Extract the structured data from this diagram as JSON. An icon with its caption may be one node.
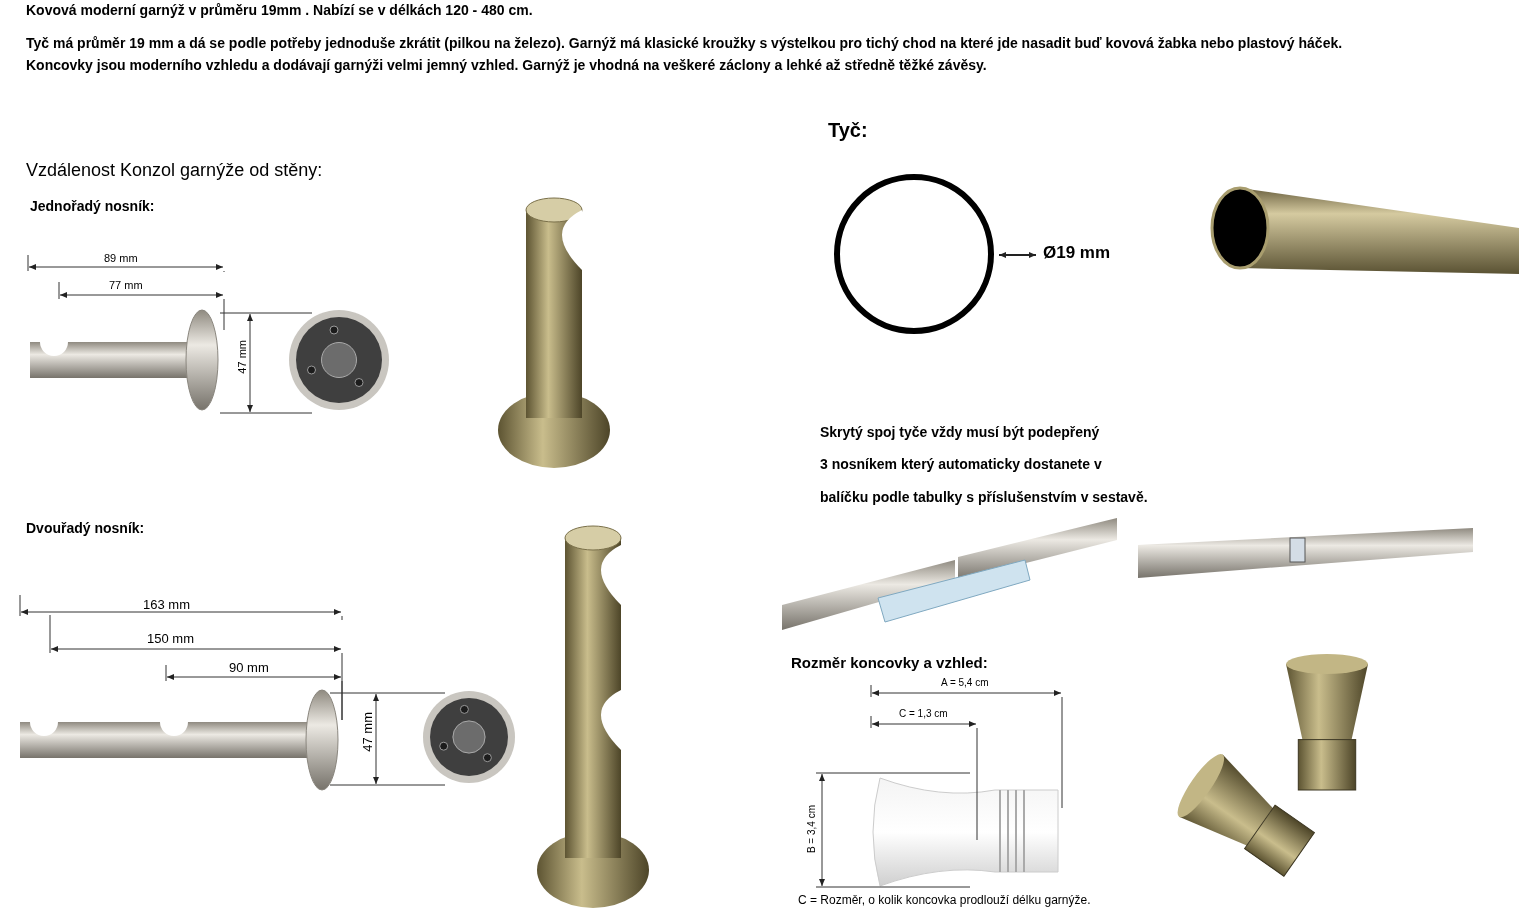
{
  "diagram": {
    "labels": [
      "Kovová moderní garnýž v průměru 19mm . Nabízí se v délkách 120 - 480 cm.",
      "Tyč má průměr 19 mm a dá se podle potřeby jednoduše zkrátit (pilkou na železo). Garnýž má klasické kroužky s výstelkou pro tichý chod na které jde nasadit buď kovová žabka nebo plastový háček. Koncovky jsou moderního vzhledu a dodávají garnýži velmi jemný vzhled. Garnýž je vhodná na veškeré záclony a lehké až středně těžké závěsy.",
      "Tyč:",
      "Vzdálenost Konzol garnýže od stěny:",
      "Jednořadý nosník:",
      "89 mm",
      "77 mm",
      "47 mm",
      "Ø19 mm",
      "Skrytý spoj tyče vždy musí být podepřený",
      "3 nosníkem který automaticky dostanete v",
      "balíčku podle tabulky s příslušenstvím v sestavě.",
      "Dvouřadý nosník:",
      "163 mm",
      "150 mm",
      "90 mm",
      "47 mm",
      "Rozměr koncovky a vzhled:",
      "A = 5,4 cm",
      "C = 1,3 cm",
      "B = 3,4 cm",
      "C = Rozměr, o kolik koncovka prodlouží délku garnýže."
    ]
  }
}
